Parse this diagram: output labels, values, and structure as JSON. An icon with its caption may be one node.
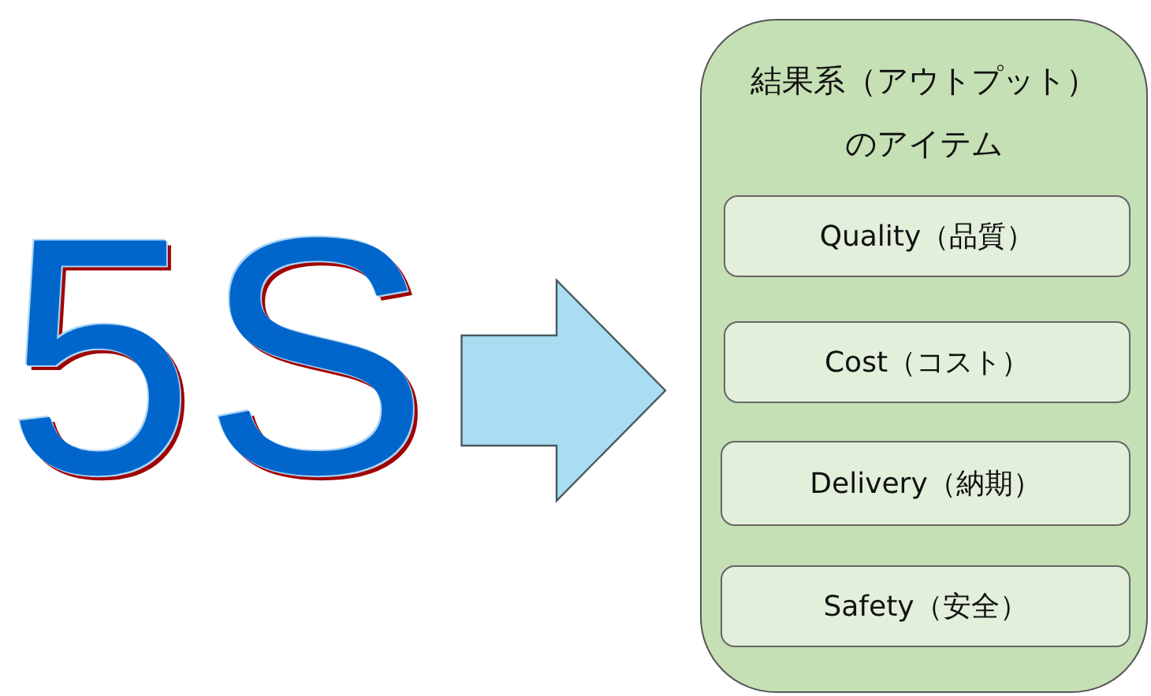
{
  "diagram": {
    "nodes": [
      {
        "text": [
          "5S"
        ]
      },
      {
        "text": [
          "結果系（アウトプット）のアイテム"
        ]
      },
      {
        "text": [
          "Quality（品質）"
        ],
        "in": 1
      },
      {
        "text": [
          "Cost（コスト）"
        ],
        "in": 1
      },
      {
        "text": [
          "Delivery（納期）"
        ],
        "in": 1
      },
      {
        "text": [
          "Safety（安全）"
        ],
        "in": 1
      }
    ],
    "edges": [
      {
        "from": 0,
        "to": 1,
        "arrow": "to"
      }
    ]
  }
}
